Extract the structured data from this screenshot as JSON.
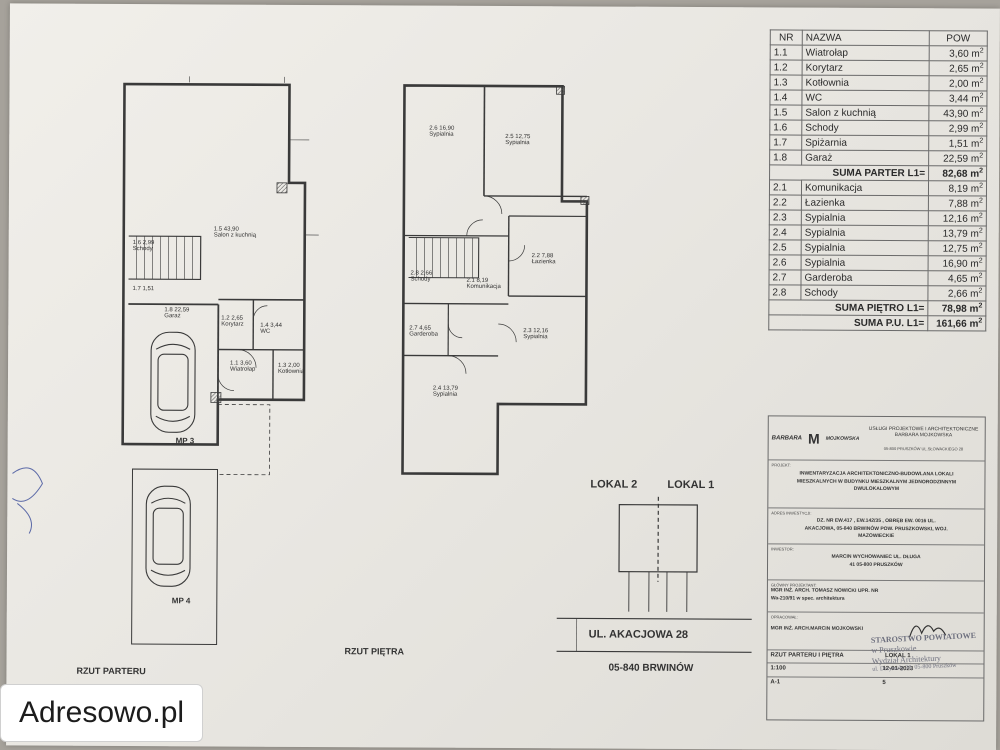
{
  "room_table": {
    "headers": {
      "nr": "NR",
      "name": "NAZWA",
      "area": "POW"
    },
    "unit": "m",
    "unit_sup": "2",
    "ground": [
      {
        "nr": "1.1",
        "name": "Wiatrołap",
        "area": "3,60"
      },
      {
        "nr": "1.2",
        "name": "Korytarz",
        "area": "2,65"
      },
      {
        "nr": "1.3",
        "name": "Kotłownia",
        "area": "2,00"
      },
      {
        "nr": "1.4",
        "name": "WC",
        "area": "3,44"
      },
      {
        "nr": "1.5",
        "name": "Salon z kuchnią",
        "area": "43,90"
      },
      {
        "nr": "1.6",
        "name": "Schody",
        "area": "2,99"
      },
      {
        "nr": "1.7",
        "name": "Spiżarnia",
        "area": "1,51"
      },
      {
        "nr": "1.8",
        "name": "Garaż",
        "area": "22,59"
      }
    ],
    "ground_sum": {
      "label": "SUMA PARTER L1=",
      "value": "82,68"
    },
    "upper": [
      {
        "nr": "2.1",
        "name": "Komunikacja",
        "area": "8,19"
      },
      {
        "nr": "2.2",
        "name": "Łazienka",
        "area": "7,88"
      },
      {
        "nr": "2.3",
        "name": "Sypialnia",
        "area": "12,16"
      },
      {
        "nr": "2.4",
        "name": "Sypialnia",
        "area": "13,79"
      },
      {
        "nr": "2.5",
        "name": "Sypialnia",
        "area": "12,75"
      },
      {
        "nr": "2.6",
        "name": "Sypialnia",
        "area": "16,90"
      },
      {
        "nr": "2.7",
        "name": "Garderoba",
        "area": "4,65"
      },
      {
        "nr": "2.8",
        "name": "Schody",
        "area": "2,66"
      }
    ],
    "upper_sum": {
      "label": "SUMA PIĘTRO L1=",
      "value": "78,98"
    },
    "total_sum": {
      "label": "SUMA P.U. L1=",
      "value": "161,66"
    }
  },
  "title_block": {
    "company": "USŁUGI PROJEKTOWE I ARCHITEKTONICZNE BARBARA MOJKOWSKA",
    "brand": "BARBARA",
    "brand2": "MOJKOWSKA",
    "address": "05-800 PRUSZKÓW UL.SŁOWACKIEGO 28",
    "project_label": "PROJEKT:",
    "project": "INWENTARYZACJA ARCHITEKTONICZNO-BUDOWLANA LOKALI MIESZKALNYCH W BUDYNKU MIESZKALNYM JEDNORODZINNYM DWULOKALOWYM",
    "investment_label": "ADRES INWESTYCJI:",
    "investment": "DZ. NR EW.417 , EW.142/35 , OBRĘB EW. 0016 UL. AKACJOWA, 05-840 BRWINÓW POW. PRUSZKOWSKI, WOJ. MAZOWIECKIE",
    "investor_label": "INWESTOR:",
    "investor": "MARCIN WYCHOWANIEC UL. DŁUGA 41 05-800 PRUSZKÓW",
    "designer_label": "GŁÓWNY PROJEKTANT:",
    "designer": "MGR INŻ. ARCH. TOMASZ NOWICKI UPR. NR Wa-210/91 w spec. architektura",
    "author_label": "OPRACOWAŁ:",
    "author": "MGR INŻ. ARCH.MARCIN MOJKOWSKI",
    "stamp_lines": [
      "STAROSTWO POWIATOWE",
      "w Pruszkowie",
      "Wydział Architektury",
      "ul. Drzymały 30, 05-800 Pruszków"
    ],
    "drawing_title": "RZUT PARTERU I PIĘTRA",
    "lokal": "LOKAL 1",
    "scale": "1:100",
    "date": "12-01-2023",
    "sheet_no": "A-1",
    "page_no": "5"
  },
  "plan_labels": {
    "ground_floor": "RZUT PARTERU",
    "upper_floor": "RZUT PIĘTRA",
    "lokal2": "LOKAL 2",
    "lokal1": "LOKAL 1",
    "street": "UL. AKACJOWA 28",
    "city": "05-840 BRWINÓW",
    "mp3": "MP 3",
    "mp4": "MP 4"
  },
  "ground_rooms": [
    {
      "num": "1.5",
      "area": "43,90",
      "name": "Salon z kuchnią"
    },
    {
      "num": "1.6",
      "area": "2,99",
      "name": "Schody"
    },
    {
      "num": "1.7",
      "area": "1,51",
      "name": ""
    },
    {
      "num": "1.8",
      "area": "22,59",
      "name": "Garaż"
    },
    {
      "num": "1.2",
      "area": "2,65",
      "name": "Korytarz"
    },
    {
      "num": "1.4",
      "area": "3,44",
      "name": "WC"
    },
    {
      "num": "1.1",
      "area": "3,60",
      "name": "Wiatrołap"
    },
    {
      "num": "1.3",
      "area": "2,00",
      "name": "Kotłownia"
    }
  ],
  "upper_rooms": [
    {
      "num": "2.6",
      "area": "16,90",
      "name": "Sypialnia"
    },
    {
      "num": "2.5",
      "area": "12,75",
      "name": "Sypialnia"
    },
    {
      "num": "2.2",
      "area": "7,88",
      "name": "Łazienka"
    },
    {
      "num": "2.8",
      "area": "2,66",
      "name": "Schody"
    },
    {
      "num": "2.1",
      "area": "8,19",
      "name": "Komunikacja"
    },
    {
      "num": "2.7",
      "area": "4,65",
      "name": "Garderoba"
    },
    {
      "num": "2.3",
      "area": "12,16",
      "name": "Sypialnia"
    },
    {
      "num": "2.4",
      "area": "13,79",
      "name": "Sypialnia"
    }
  ],
  "watermark": {
    "text": "Adresowo.pl"
  }
}
